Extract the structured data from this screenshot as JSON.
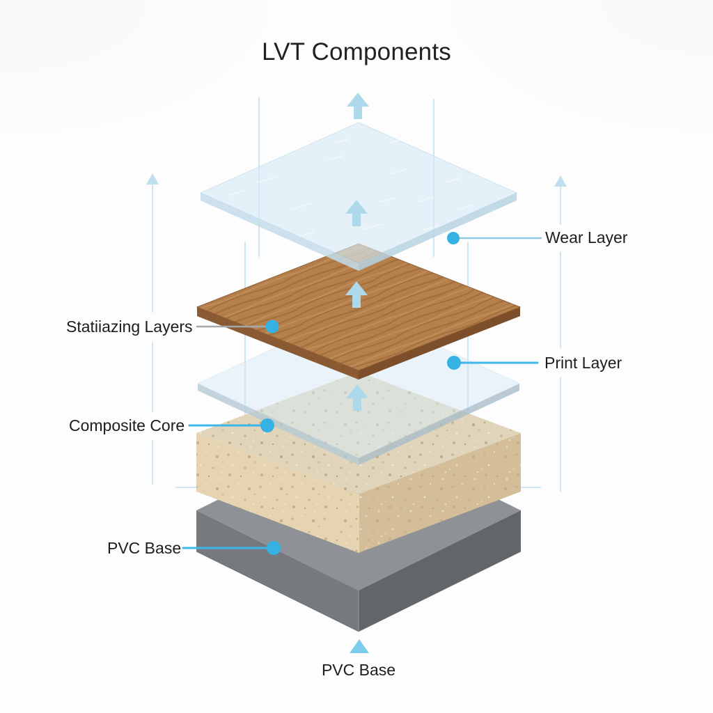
{
  "title": "LVT Components",
  "callouts": {
    "wear": {
      "label": "Wear Layer",
      "side": "right"
    },
    "stabilizing": {
      "label": "Statiiazing Layers",
      "side": "left"
    },
    "print": {
      "label": "Print Layer",
      "side": "right"
    },
    "core": {
      "label": "Composite Core",
      "side": "left"
    },
    "base": {
      "label": "PVC Base",
      "side": "left"
    },
    "base_bottom": {
      "label": "PVC Base",
      "side": "bottom"
    }
  },
  "layers": [
    {
      "name": "Wear Layer",
      "material": "clear glass sheet"
    },
    {
      "name": "Print Layer",
      "material": "wood-grain print"
    },
    {
      "name": "Statiiazing Layers",
      "material": "clear glass sheet"
    },
    {
      "name": "Composite Core",
      "material": "speckled composite slab"
    },
    {
      "name": "PVC Base",
      "material": "gray pvc slab"
    }
  ],
  "colors": {
    "background": "#fdfdfe",
    "title_text": "#1f2124",
    "label_text": "#1b1d1f",
    "accent_cyan": "#35b1e4",
    "connector_blue": "#3db6e8",
    "connector_light": "#8fc9e3",
    "connector_gray": "#a3a8ad",
    "guide_line": "#cde6f2",
    "arrow_blue": "#aed9ea",
    "glass_fill": "#d8ecf6",
    "glass_edge": "#c3dcea",
    "wood_base": "#b5804c",
    "wood_grain_dark": "#996435",
    "wood_side_left": "#8a5b33",
    "wood_side_right": "#7c4f2a",
    "core_top": "#e0d5bb",
    "core_left": "#e6d3b2",
    "core_right": "#d4be99",
    "base_top": "#8e9296",
    "base_left": "#767a7e",
    "base_right": "#626669"
  }
}
